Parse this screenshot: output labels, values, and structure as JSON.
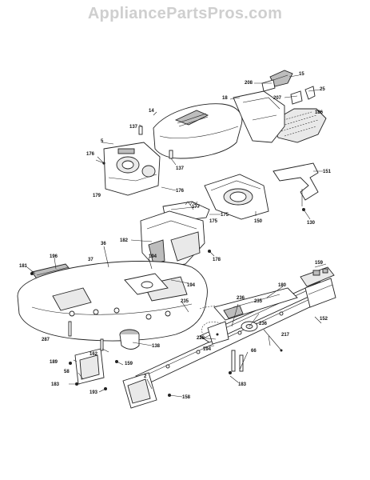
{
  "watermark": "AppliancePartsPros.com",
  "callouts": [
    "15",
    "208",
    "25",
    "207",
    "186",
    "14",
    "18",
    "137",
    "137",
    "5",
    "176",
    "151",
    "175",
    "179",
    "177",
    "176",
    "175",
    "150",
    "130",
    "182",
    "36",
    "178",
    "37",
    "196",
    "181",
    "194",
    "194",
    "159",
    "180",
    "287",
    "235",
    "236",
    "235",
    "236",
    "217",
    "152",
    "138",
    "162",
    "189",
    "228",
    "58",
    "194",
    "159",
    "2",
    "66",
    "183",
    "183",
    "158",
    "193"
  ]
}
